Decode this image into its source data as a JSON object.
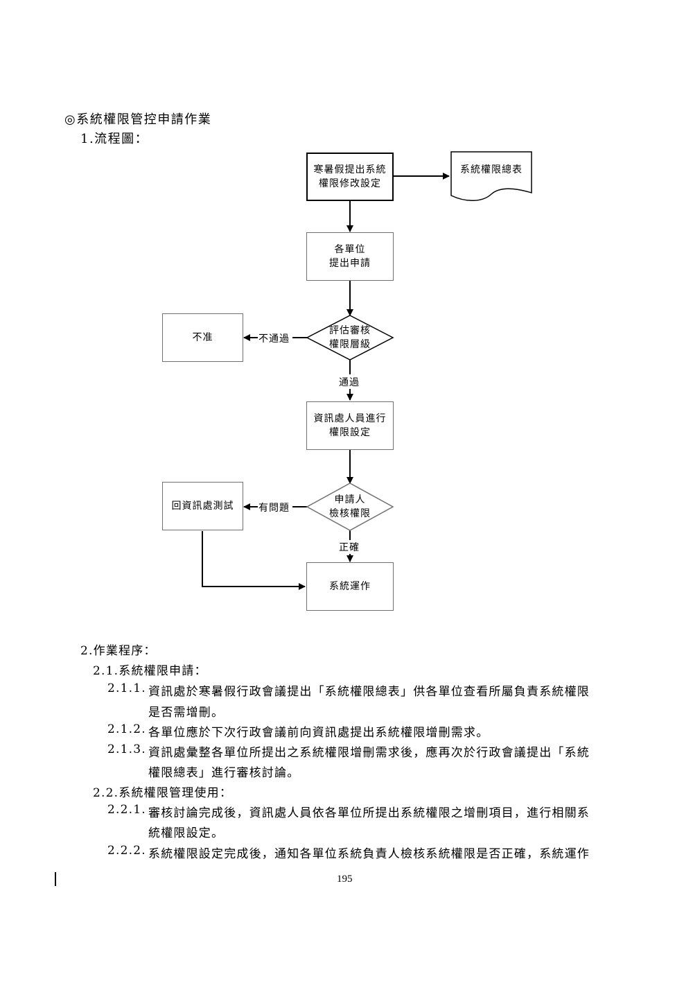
{
  "heading": {
    "title": "◎系統權限管控申請作業",
    "flowchart_label": "1.流程圖："
  },
  "flowchart": {
    "start_box": [
      "寒暑假提出系統",
      "權限修改設定"
    ],
    "document_box": "系統權限總表",
    "apply_box": [
      "各單位",
      "提出申請"
    ],
    "evaluate_diamond": [
      "評估審核",
      "權限層級"
    ],
    "reject_box": "不准",
    "reject_label": "不通過",
    "pass_label": "通過",
    "setup_box": [
      "資訊處人員進行",
      "權限設定"
    ],
    "check_diamond": [
      "申請人",
      "檢核權限"
    ],
    "problem_label": "有問題",
    "retest_box": "回資訊處測試",
    "correct_label": "正確",
    "operate_box": "系統運作"
  },
  "procedure": {
    "title": "2.作業程序：",
    "s21": "2.1.系統權限申請：",
    "s211_num": "2.1.1.",
    "s211_l1": "資訊處於寒暑假行政會議提出「系統權限總表」供各單位查看所屬負責系統權限",
    "s211_l2": "是否需增刪。",
    "s212_num": "2.1.2.",
    "s212_l1": "各單位應於下次行政會議前向資訊處提出系統權限增刪需求。",
    "s213_num": "2.1.3.",
    "s213_l1": "資訊處彙整各單位所提出之系統權限增刪需求後，應再次於行政會議提出「系統",
    "s213_l2": "權限總表」進行審核討論。",
    "s22": "2.2.系統權限管理使用：",
    "s221_num": "2.2.1.",
    "s221_l1": "審核討論完成後，資訊處人員依各單位所提出系統權限之增刪項目，進行相關系",
    "s221_l2": "統權限設定。",
    "s222_num": "2.2.2.",
    "s222_l1": "系統權限設定完成後，通知各單位系統負責人檢核系統權限是否正確，系統運作"
  },
  "footer": {
    "page_number": "195"
  }
}
